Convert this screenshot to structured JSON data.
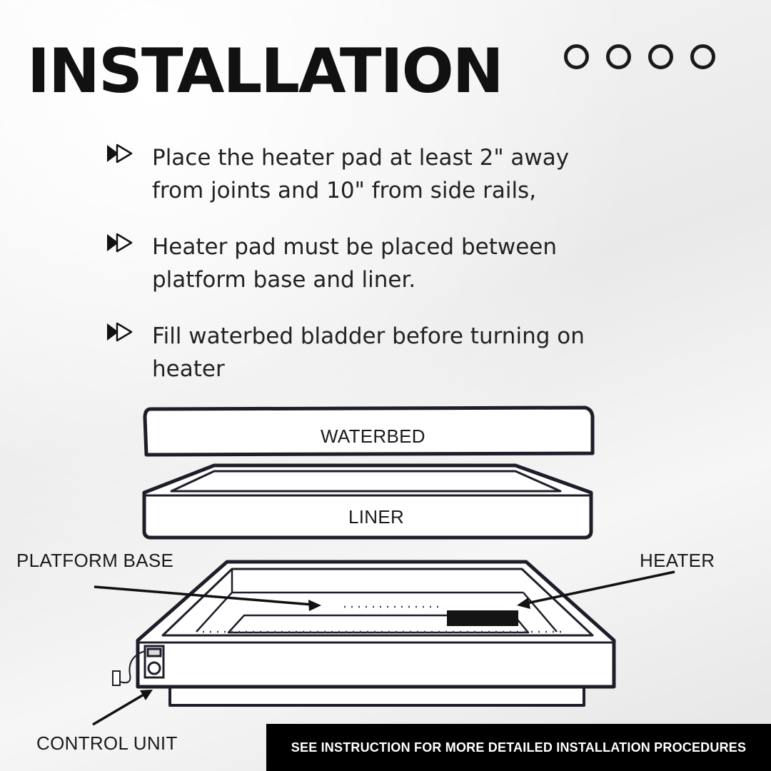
{
  "title": "INSTALLATION",
  "page_indicator": {
    "dots": 4,
    "color": "#1a1a1a"
  },
  "bullets": [
    {
      "icon": "double-play-arrow-icon",
      "text": "Place the heater pad at least 2\" away from joints and 10\" from side rails,"
    },
    {
      "icon": "double-play-arrow-icon",
      "text": "Heater pad must be placed between platform base and liner."
    },
    {
      "icon": "double-play-arrow-icon",
      "text": "Fill waterbed bladder before turning on heater"
    }
  ],
  "diagram": {
    "labels": {
      "waterbed": "WATERBED",
      "liner": "LINER",
      "platform_base": "PLATFORM BASE",
      "heater": "HEATER",
      "control_unit": "CONTROL UNIT"
    }
  },
  "footer": {
    "text": "SEE INSTRUCTION FOR MORE DETAILED INSTALLATION PROCEDURES"
  },
  "colors": {
    "background": "#f4f4f4",
    "ink": "#1a1a1a",
    "footer_bg": "#000000",
    "footer_text": "#ffffff"
  }
}
